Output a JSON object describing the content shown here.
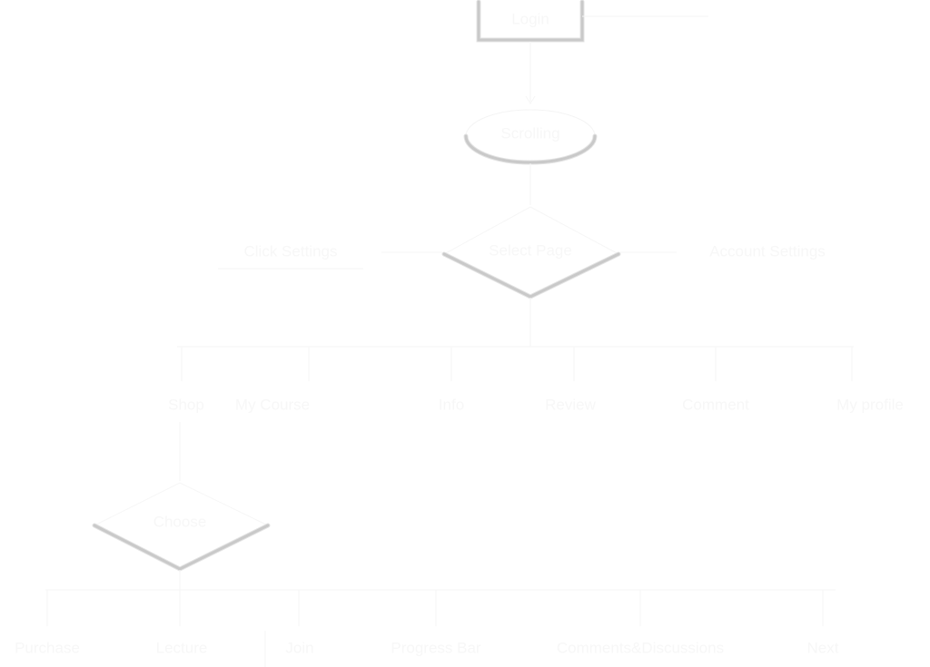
{
  "diagram": {
    "title": "",
    "start": {
      "label": "Login",
      "shape": "rectangle"
    },
    "step1": {
      "label": "Scrolling",
      "shape": "ellipse"
    },
    "decision1": {
      "label": "Select Page",
      "shape": "diamond",
      "left_label": "Click Settings",
      "right_label": "Account Settings"
    },
    "row1": [
      {
        "label": "Shop"
      },
      {
        "label": "My Course"
      },
      {
        "label": "Info"
      },
      {
        "label": "Review"
      },
      {
        "label": "Comment"
      },
      {
        "label": "My profile"
      }
    ],
    "decision2": {
      "label": "Choose",
      "shape": "diamond"
    },
    "row2": [
      {
        "label": "Purchase"
      },
      {
        "label": "Lecture"
      },
      {
        "label": "Join"
      },
      {
        "label": "Progress Bar"
      },
      {
        "label": "Comments&Discussions"
      },
      {
        "label": "Next"
      }
    ],
    "colors": {
      "text": "#f7f7f7",
      "shape_shadow": "#c9c9c9",
      "background": "#ffffff"
    }
  }
}
